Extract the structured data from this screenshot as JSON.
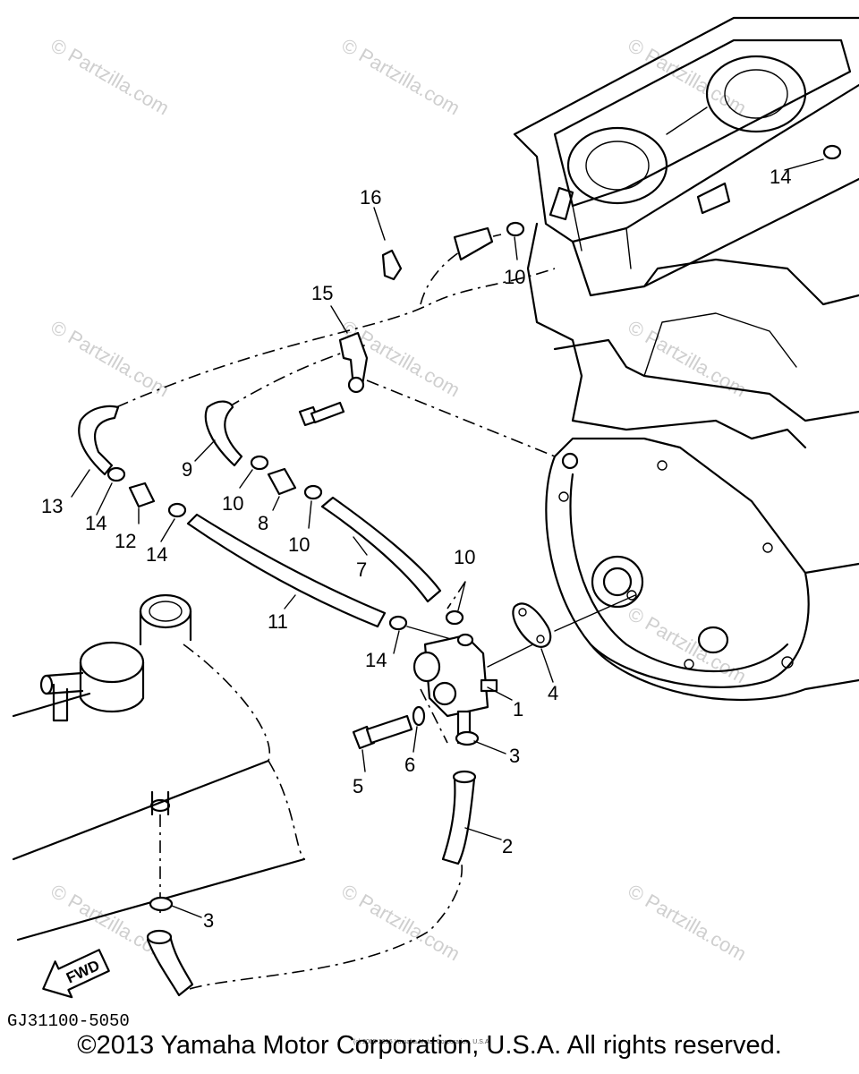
{
  "watermark": "© Partzilla.com",
  "callouts": {
    "c1": "1",
    "c2": "2",
    "c3a": "3",
    "c3b": "3",
    "c4": "4",
    "c5": "5",
    "c6": "6",
    "c7": "7",
    "c8": "8",
    "c9": "9",
    "c10a": "10",
    "c10b": "10",
    "c10c": "10",
    "c10d": "10",
    "c11": "11",
    "c12": "12",
    "c13": "13",
    "c14a": "14",
    "c14b": "14",
    "c14c": "14",
    "c14d": "14",
    "c15": "15",
    "c16": "16"
  },
  "fwd_label": "FWD",
  "part_code": "GJ31100-5050",
  "small_note": "(c) 2005-2016 Yamaha Motor Corporation, U.S.A.",
  "copyright": "©2013 Yamaha Motor Corporation, U.S.A. All rights reserved."
}
